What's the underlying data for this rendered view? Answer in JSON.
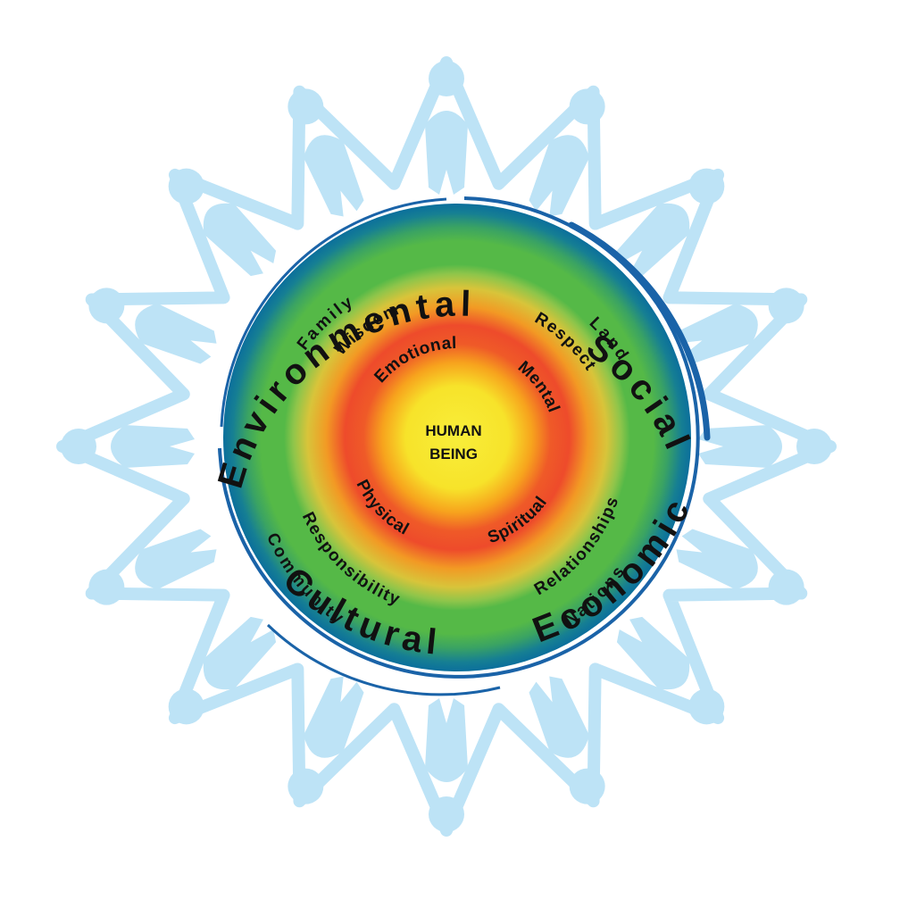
{
  "center": {
    "line1": "HUMAN",
    "line2": "BEING"
  },
  "ring1": [
    {
      "id": "emotional",
      "label": "Emotional"
    },
    {
      "id": "mental",
      "label": "Mental"
    },
    {
      "id": "spiritual",
      "label": "Spiritual"
    },
    {
      "id": "physical",
      "label": "Physical"
    }
  ],
  "ring2": [
    {
      "id": "wisdom",
      "label": "Wisdom"
    },
    {
      "id": "respect",
      "label": "Respect"
    },
    {
      "id": "relationships",
      "label": "Relationships"
    },
    {
      "id": "responsibility",
      "label": "Responsibility"
    }
  ],
  "ring3": [
    {
      "id": "family",
      "label": "Family"
    },
    {
      "id": "land",
      "label": "Land"
    },
    {
      "id": "nations",
      "label": "Nations"
    },
    {
      "id": "community",
      "label": "Community"
    }
  ],
  "outer": [
    {
      "id": "environmental",
      "label": "Environmental"
    },
    {
      "id": "social",
      "label": "Social"
    },
    {
      "id": "economic",
      "label": "Economic"
    },
    {
      "id": "cultural",
      "label": "Cultural"
    }
  ],
  "colors": {
    "center": "#f6e92a",
    "orange": "#f7941d",
    "red": "#ee4b2b",
    "green": "#55b947",
    "teal": "#0a7a9b",
    "border": "#1a63a8",
    "people": "#bde3f6",
    "text": "#111111"
  },
  "decoration": {
    "people_icon": "holding-hands-figure-icon",
    "people_count": 16
  }
}
